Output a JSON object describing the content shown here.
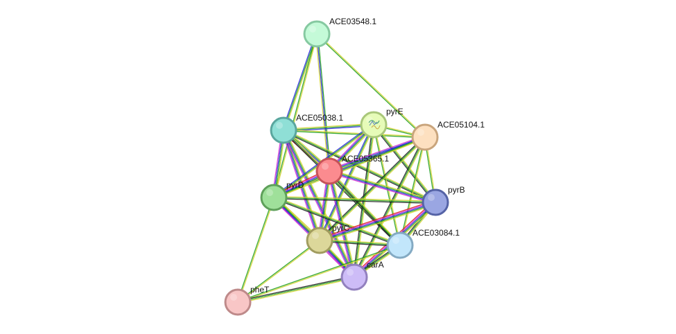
{
  "nodes": [
    {
      "id": "ACE03548.1",
      "label": "ACE03548.1",
      "fill": "#c4fad8",
      "stroke": "#86c9a1"
    },
    {
      "id": "ACE05038.1",
      "label": "ACE05038.1",
      "fill": "#8fdfd6",
      "stroke": "#5aa69e"
    },
    {
      "id": "pyrE",
      "label": "pyrE",
      "fill": "#e6fbb8",
      "stroke": "#a9c77a"
    },
    {
      "id": "ACE05104.1",
      "label": "ACE05104.1",
      "fill": "#fde0c0",
      "stroke": "#c9a57d"
    },
    {
      "id": "ACE05365.1",
      "label": "ACE05365.1",
      "fill": "#fb8b8f",
      "stroke": "#c55358"
    },
    {
      "id": "pyrD",
      "label": "pyrD",
      "fill": "#9fe09a",
      "stroke": "#5ea05a"
    },
    {
      "id": "pyrB",
      "label": "pyrB",
      "fill": "#9aa6e2",
      "stroke": "#5563a6"
    },
    {
      "id": "pyrC",
      "label": "pyrC",
      "fill": "#dcd79a",
      "stroke": "#a19c5f"
    },
    {
      "id": "ACE03084.1",
      "label": "ACE03084.1",
      "fill": "#c2e6fb",
      "stroke": "#84aac3"
    },
    {
      "id": "carA",
      "label": "carA",
      "fill": "#cdbcf7",
      "stroke": "#9280be"
    },
    {
      "id": "pheT",
      "label": "pheT",
      "fill": "#f8c6c6",
      "stroke": "#be8a8a"
    }
  ],
  "edges": [
    {
      "source": "ACE03548.1",
      "target": "ACE05038.1",
      "colors": [
        "#d4d432",
        "#22a022",
        "#2828d8"
      ]
    },
    {
      "source": "ACE03548.1",
      "target": "ACE05365.1",
      "colors": [
        "#22a022",
        "#2828d8",
        "#d4d432"
      ]
    },
    {
      "source": "ACE03548.1",
      "target": "pyrD",
      "colors": [
        "#d4d432",
        "#22a022"
      ]
    },
    {
      "source": "ACE03548.1",
      "target": "ACE05104.1",
      "colors": [
        "#d4d432",
        "#22a022"
      ]
    },
    {
      "source": "ACE05038.1",
      "target": "pyrE",
      "colors": [
        "#d4d432",
        "#22a022",
        "#2828d8"
      ]
    },
    {
      "source": "ACE05038.1",
      "target": "ACE05104.1",
      "colors": [
        "#d4d432",
        "#22a022"
      ]
    },
    {
      "source": "ACE05038.1",
      "target": "ACE05365.1",
      "colors": [
        "#d4d432",
        "#22a022",
        "#2828d8",
        "#d030d0",
        "#e02020"
      ]
    },
    {
      "source": "ACE05038.1",
      "target": "pyrD",
      "colors": [
        "#d4d432",
        "#22a022",
        "#2828d8",
        "#d030d0"
      ]
    },
    {
      "source": "ACE05038.1",
      "target": "pyrB",
      "colors": [
        "#d4d432",
        "#22a022",
        "#202020"
      ]
    },
    {
      "source": "ACE05038.1",
      "target": "pyrC",
      "colors": [
        "#d4d432",
        "#22a022",
        "#2828d8",
        "#d030d0"
      ]
    },
    {
      "source": "ACE05038.1",
      "target": "ACE03084.1",
      "colors": [
        "#d4d432",
        "#22a022",
        "#202020"
      ]
    },
    {
      "source": "ACE05038.1",
      "target": "carA",
      "colors": [
        "#d4d432",
        "#22a022",
        "#2828d8",
        "#d030d0"
      ]
    },
    {
      "source": "pyrE",
      "target": "ACE05104.1",
      "colors": [
        "#d4d432",
        "#22a022"
      ]
    },
    {
      "source": "pyrE",
      "target": "ACE05365.1",
      "colors": [
        "#d4d432",
        "#22a022",
        "#2828d8",
        "#d030d0"
      ]
    },
    {
      "source": "pyrE",
      "target": "pyrD",
      "colors": [
        "#d4d432",
        "#22a022",
        "#2828d8"
      ]
    },
    {
      "source": "pyrE",
      "target": "pyrB",
      "colors": [
        "#d4d432",
        "#22a022",
        "#202020"
      ]
    },
    {
      "source": "pyrE",
      "target": "pyrC",
      "colors": [
        "#d4d432",
        "#22a022",
        "#2828d8"
      ]
    },
    {
      "source": "pyrE",
      "target": "ACE03084.1",
      "colors": [
        "#d4d432",
        "#22a022"
      ]
    },
    {
      "source": "pyrE",
      "target": "carA",
      "colors": [
        "#d4d432",
        "#22a022",
        "#202020"
      ]
    },
    {
      "source": "ACE05104.1",
      "target": "ACE05365.1",
      "colors": [
        "#d4d432",
        "#22a022",
        "#2828d8",
        "#d030d0"
      ]
    },
    {
      "source": "ACE05104.1",
      "target": "pyrD",
      "colors": [
        "#d4d432",
        "#22a022",
        "#2828d8"
      ]
    },
    {
      "source": "ACE05104.1",
      "target": "pyrB",
      "colors": [
        "#d4d432",
        "#22a022"
      ]
    },
    {
      "source": "ACE05104.1",
      "target": "pyrC",
      "colors": [
        "#d4d432",
        "#22a022",
        "#202020"
      ]
    },
    {
      "source": "ACE05104.1",
      "target": "ACE03084.1",
      "colors": [
        "#d4d432",
        "#22a022"
      ]
    },
    {
      "source": "ACE05104.1",
      "target": "carA",
      "colors": [
        "#d4d432",
        "#22a022",
        "#202020"
      ]
    },
    {
      "source": "ACE05365.1",
      "target": "pyrD",
      "colors": [
        "#d4d432",
        "#22a022",
        "#2828d8",
        "#d030d0",
        "#e02020"
      ]
    },
    {
      "source": "ACE05365.1",
      "target": "pyrB",
      "colors": [
        "#d4d432",
        "#22a022",
        "#2828d8",
        "#d030d0"
      ]
    },
    {
      "source": "ACE05365.1",
      "target": "pyrC",
      "colors": [
        "#d4d432",
        "#22a022",
        "#2828d8",
        "#d030d0"
      ]
    },
    {
      "source": "ACE05365.1",
      "target": "ACE03084.1",
      "colors": [
        "#d4d432",
        "#22a022",
        "#202020"
      ]
    },
    {
      "source": "ACE05365.1",
      "target": "carA",
      "colors": [
        "#d4d432",
        "#22a022",
        "#2828d8",
        "#d030d0"
      ]
    },
    {
      "source": "pyrD",
      "target": "pyrB",
      "colors": [
        "#d4d432",
        "#22a022",
        "#202020"
      ]
    },
    {
      "source": "pyrD",
      "target": "pyrC",
      "colors": [
        "#d4d432",
        "#22a022",
        "#2828d8",
        "#d030d0"
      ]
    },
    {
      "source": "pyrD",
      "target": "ACE03084.1",
      "colors": [
        "#d4d432",
        "#22a022",
        "#202020"
      ]
    },
    {
      "source": "pyrD",
      "target": "carA",
      "colors": [
        "#d4d432",
        "#22a022",
        "#2828d8",
        "#d030d0"
      ]
    },
    {
      "source": "pyrD",
      "target": "pheT",
      "colors": [
        "#d4d432",
        "#22a022"
      ]
    },
    {
      "source": "pyrB",
      "target": "pyrC",
      "colors": [
        "#d4d432",
        "#22a022",
        "#2828d8",
        "#d030d0",
        "#e02020"
      ]
    },
    {
      "source": "pyrB",
      "target": "ACE03084.1",
      "colors": [
        "#d4d432",
        "#22a022",
        "#202020"
      ]
    },
    {
      "source": "pyrB",
      "target": "carA",
      "colors": [
        "#d4d432",
        "#22a022",
        "#2828d8",
        "#d030d0",
        "#e02020"
      ]
    },
    {
      "source": "pyrC",
      "target": "ACE03084.1",
      "colors": [
        "#d4d432",
        "#22a022",
        "#202020"
      ]
    },
    {
      "source": "pyrC",
      "target": "carA",
      "colors": [
        "#d4d432",
        "#22a022",
        "#2828d8",
        "#d030d0"
      ]
    },
    {
      "source": "pyrC",
      "target": "pheT",
      "colors": [
        "#d4d432",
        "#22a022"
      ]
    },
    {
      "source": "ACE03084.1",
      "target": "carA",
      "colors": [
        "#d4d432",
        "#22a022",
        "#202020"
      ]
    },
    {
      "source": "ACE03084.1",
      "target": "pheT",
      "colors": [
        "#d4d432",
        "#22a022"
      ]
    },
    {
      "source": "carA",
      "target": "pheT",
      "colors": [
        "#d4d432",
        "#22a022",
        "#202020"
      ]
    }
  ]
}
